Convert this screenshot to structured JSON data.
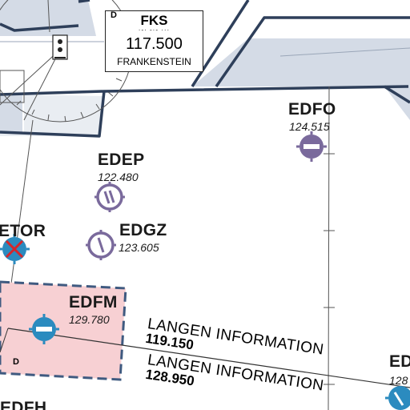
{
  "colors": {
    "airspace_band": "#d4dbe6",
    "airspace_edge": "#2e3f5a",
    "military_ad": "#7a6a9c",
    "civil_ad": "#2b8bbf",
    "ctr_fill": "#f7d0d3",
    "ctr_edge": "#3f5a80",
    "closed_mark": "#d6262a"
  },
  "vor": {
    "id": "FKS",
    "code": "·-· -·- ···",
    "frequency": "117.500",
    "name": "FRANKENSTEIN",
    "tag": "D"
  },
  "aerodromes": [
    {
      "id": "EDFO",
      "frequency": "124.515"
    },
    {
      "id": "EDEP",
      "frequency": "122.480"
    },
    {
      "id": "EDGZ",
      "frequency": "123.605"
    },
    {
      "id": "EDFM",
      "frequency": "129.780"
    },
    {
      "id": "ETOR",
      "frequency": ""
    },
    {
      "id": "EDFH",
      "frequency": ""
    },
    {
      "id": "ED",
      "frequency": "128"
    }
  ],
  "routes": [
    {
      "name": "LANGEN INFORMATION",
      "frequency": "119.150"
    },
    {
      "name": "LANGEN INFORMATION",
      "frequency": "128.950"
    }
  ],
  "ctr_tag": "D"
}
